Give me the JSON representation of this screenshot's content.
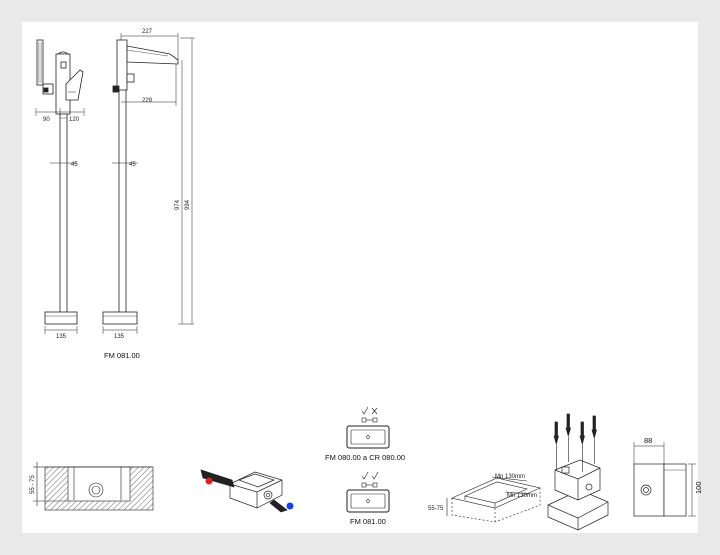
{
  "dims": {
    "hand_offset": "90",
    "lever_offset": "120",
    "spout_top": "227",
    "spout_bottom": "229",
    "pipe_dia_front": "45",
    "pipe_dia_side": "45",
    "height_inner": "974",
    "height_total": "994",
    "base_front": "135",
    "base_side": "135",
    "recess_depth": "55 - 75",
    "box_depth": "55-75",
    "min_length": "Mn 130mm",
    "min_width": "Mn 130mm",
    "box_width": "88",
    "box_height": "100"
  },
  "labels": {
    "model_main": "FM 081.00",
    "compat_top": "FM 080.00 a CR 080.00",
    "compat_bottom": "FM 081.00"
  },
  "colors": {
    "line": "#222222",
    "hot": "#e02020",
    "cold": "#1e3ed8"
  },
  "icons": {
    "check": "check-icon",
    "cross": "cross-icon",
    "hot_dot": "hot-water-dot",
    "cold_dot": "cold-water-dot"
  }
}
